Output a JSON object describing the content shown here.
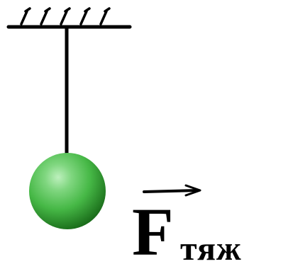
{
  "diagram": {
    "force_label": {
      "symbol": "F",
      "subscript": "тяж"
    },
    "colors": {
      "line": "#000000",
      "ball_light": "#bdf0bd",
      "ball_mid": "#46b846",
      "ball_dark": "#1b6e1b"
    },
    "elements": [
      "ceiling-support",
      "thread",
      "ball",
      "force-arrow-icon"
    ]
  }
}
